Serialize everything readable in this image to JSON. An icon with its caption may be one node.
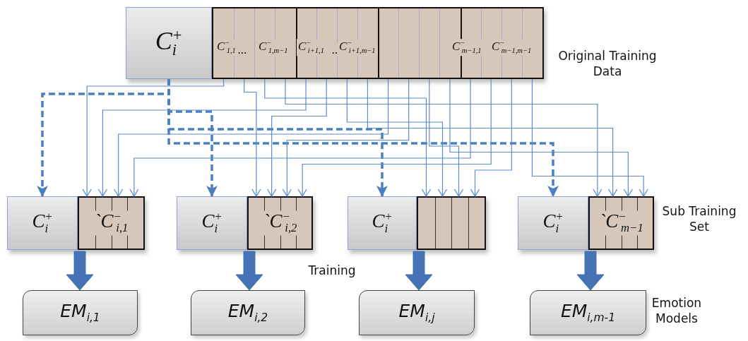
{
  "diagram": {
    "nodes": [
      {
        "text": [
          "C$_{i}$$^{+}$"
        ]
      },
      {
        "text": [
          "C$^{−}$$_{1,1}$",
          "...",
          "C$^{−}$$_{1,m−1}$",
          "C$^{−}$$_{i+1,1}$",
          "..",
          "C$^{−}$$_{i+1,m−1}$",
          "C$^{−}$$_{m−1,1}$",
          "C$^{−}$$_{m−1,m−1}$"
        ],
        "beside": [
          "Original Training Data"
        ]
      },
      {
        "text": [
          "C$_{i}$$^{+}$"
        ]
      },
      {
        "text": [
          "`C$^{−}$$_{i,1}$"
        ]
      },
      {
        "text": [
          "C$_{i}$$^{+}$"
        ]
      },
      {
        "text": [
          "`C$^{−}$$_{i,2}$"
        ]
      },
      {
        "text": [
          "C$_{i}$$^{+}$"
        ]
      },
      {
        "text": [],
        "shape": "box"
      },
      {
        "text": [
          "C$_{i}$$^{+}$"
        ]
      },
      {
        "text": [
          "`C$^{−}$$_{m−1}$"
        ],
        "beside": [
          "Sub Training Set"
        ]
      },
      {
        "text": [
          "EM$_{i,1}$"
        ]
      },
      {
        "text": [
          "EM$_{i,2}$"
        ]
      },
      {
        "text": [
          "EM$_{i,j}$"
        ]
      },
      {
        "text": [
          "EM$_{i,m-1}$"
        ],
        "beside": [
          "Emotion Models"
        ]
      }
    ],
    "edges": [
      {
        "from": 0,
        "to": 2,
        "arrow": "to",
        "style": "dashed"
      },
      {
        "from": 0,
        "to": 4,
        "arrow": "to",
        "style": "dashed"
      },
      {
        "from": 0,
        "to": 6,
        "arrow": "to",
        "style": "dashed"
      },
      {
        "from": 0,
        "to": 8,
        "arrow": "to",
        "style": "dashed"
      },
      {
        "from": 1,
        "to": 3,
        "arrow": "to"
      },
      {
        "from": 1,
        "to": 5,
        "arrow": "to"
      },
      {
        "from": 1,
        "to": 7,
        "arrow": "to"
      },
      {
        "from": 1,
        "to": 9,
        "arrow": "to"
      },
      {
        "from": 1,
        "to": 3,
        "arrow": "to"
      },
      {
        "from": 1,
        "to": 5,
        "arrow": "to"
      },
      {
        "from": 1,
        "to": 7,
        "arrow": "to"
      },
      {
        "from": 1,
        "to": 9,
        "arrow": "to"
      },
      {
        "from": 1,
        "to": 3,
        "arrow": "to"
      },
      {
        "from": 1,
        "to": 5,
        "arrow": "to"
      },
      {
        "from": 1,
        "to": 7,
        "arrow": "to"
      },
      {
        "from": 1,
        "to": 9,
        "arrow": "to"
      },
      {
        "from": 1,
        "to": 3,
        "arrow": "to"
      },
      {
        "from": 1,
        "to": 5,
        "arrow": "to"
      },
      {
        "from": 1,
        "to": 7,
        "arrow": "to"
      },
      {
        "from": 1,
        "to": 9,
        "arrow": "to"
      },
      {
        "from": 2,
        "to": 10,
        "arrow": "to",
        "style": "thick"
      },
      {
        "from": 4,
        "to": 11,
        "arrow": "to",
        "style": "thick"
      },
      {
        "from": 6,
        "to": 12,
        "arrow": "to",
        "style": "thick"
      },
      {
        "from": 8,
        "to": 13,
        "arrow": "to",
        "style": "thick"
      }
    ],
    "labels": [
      "Training"
    ]
  }
}
